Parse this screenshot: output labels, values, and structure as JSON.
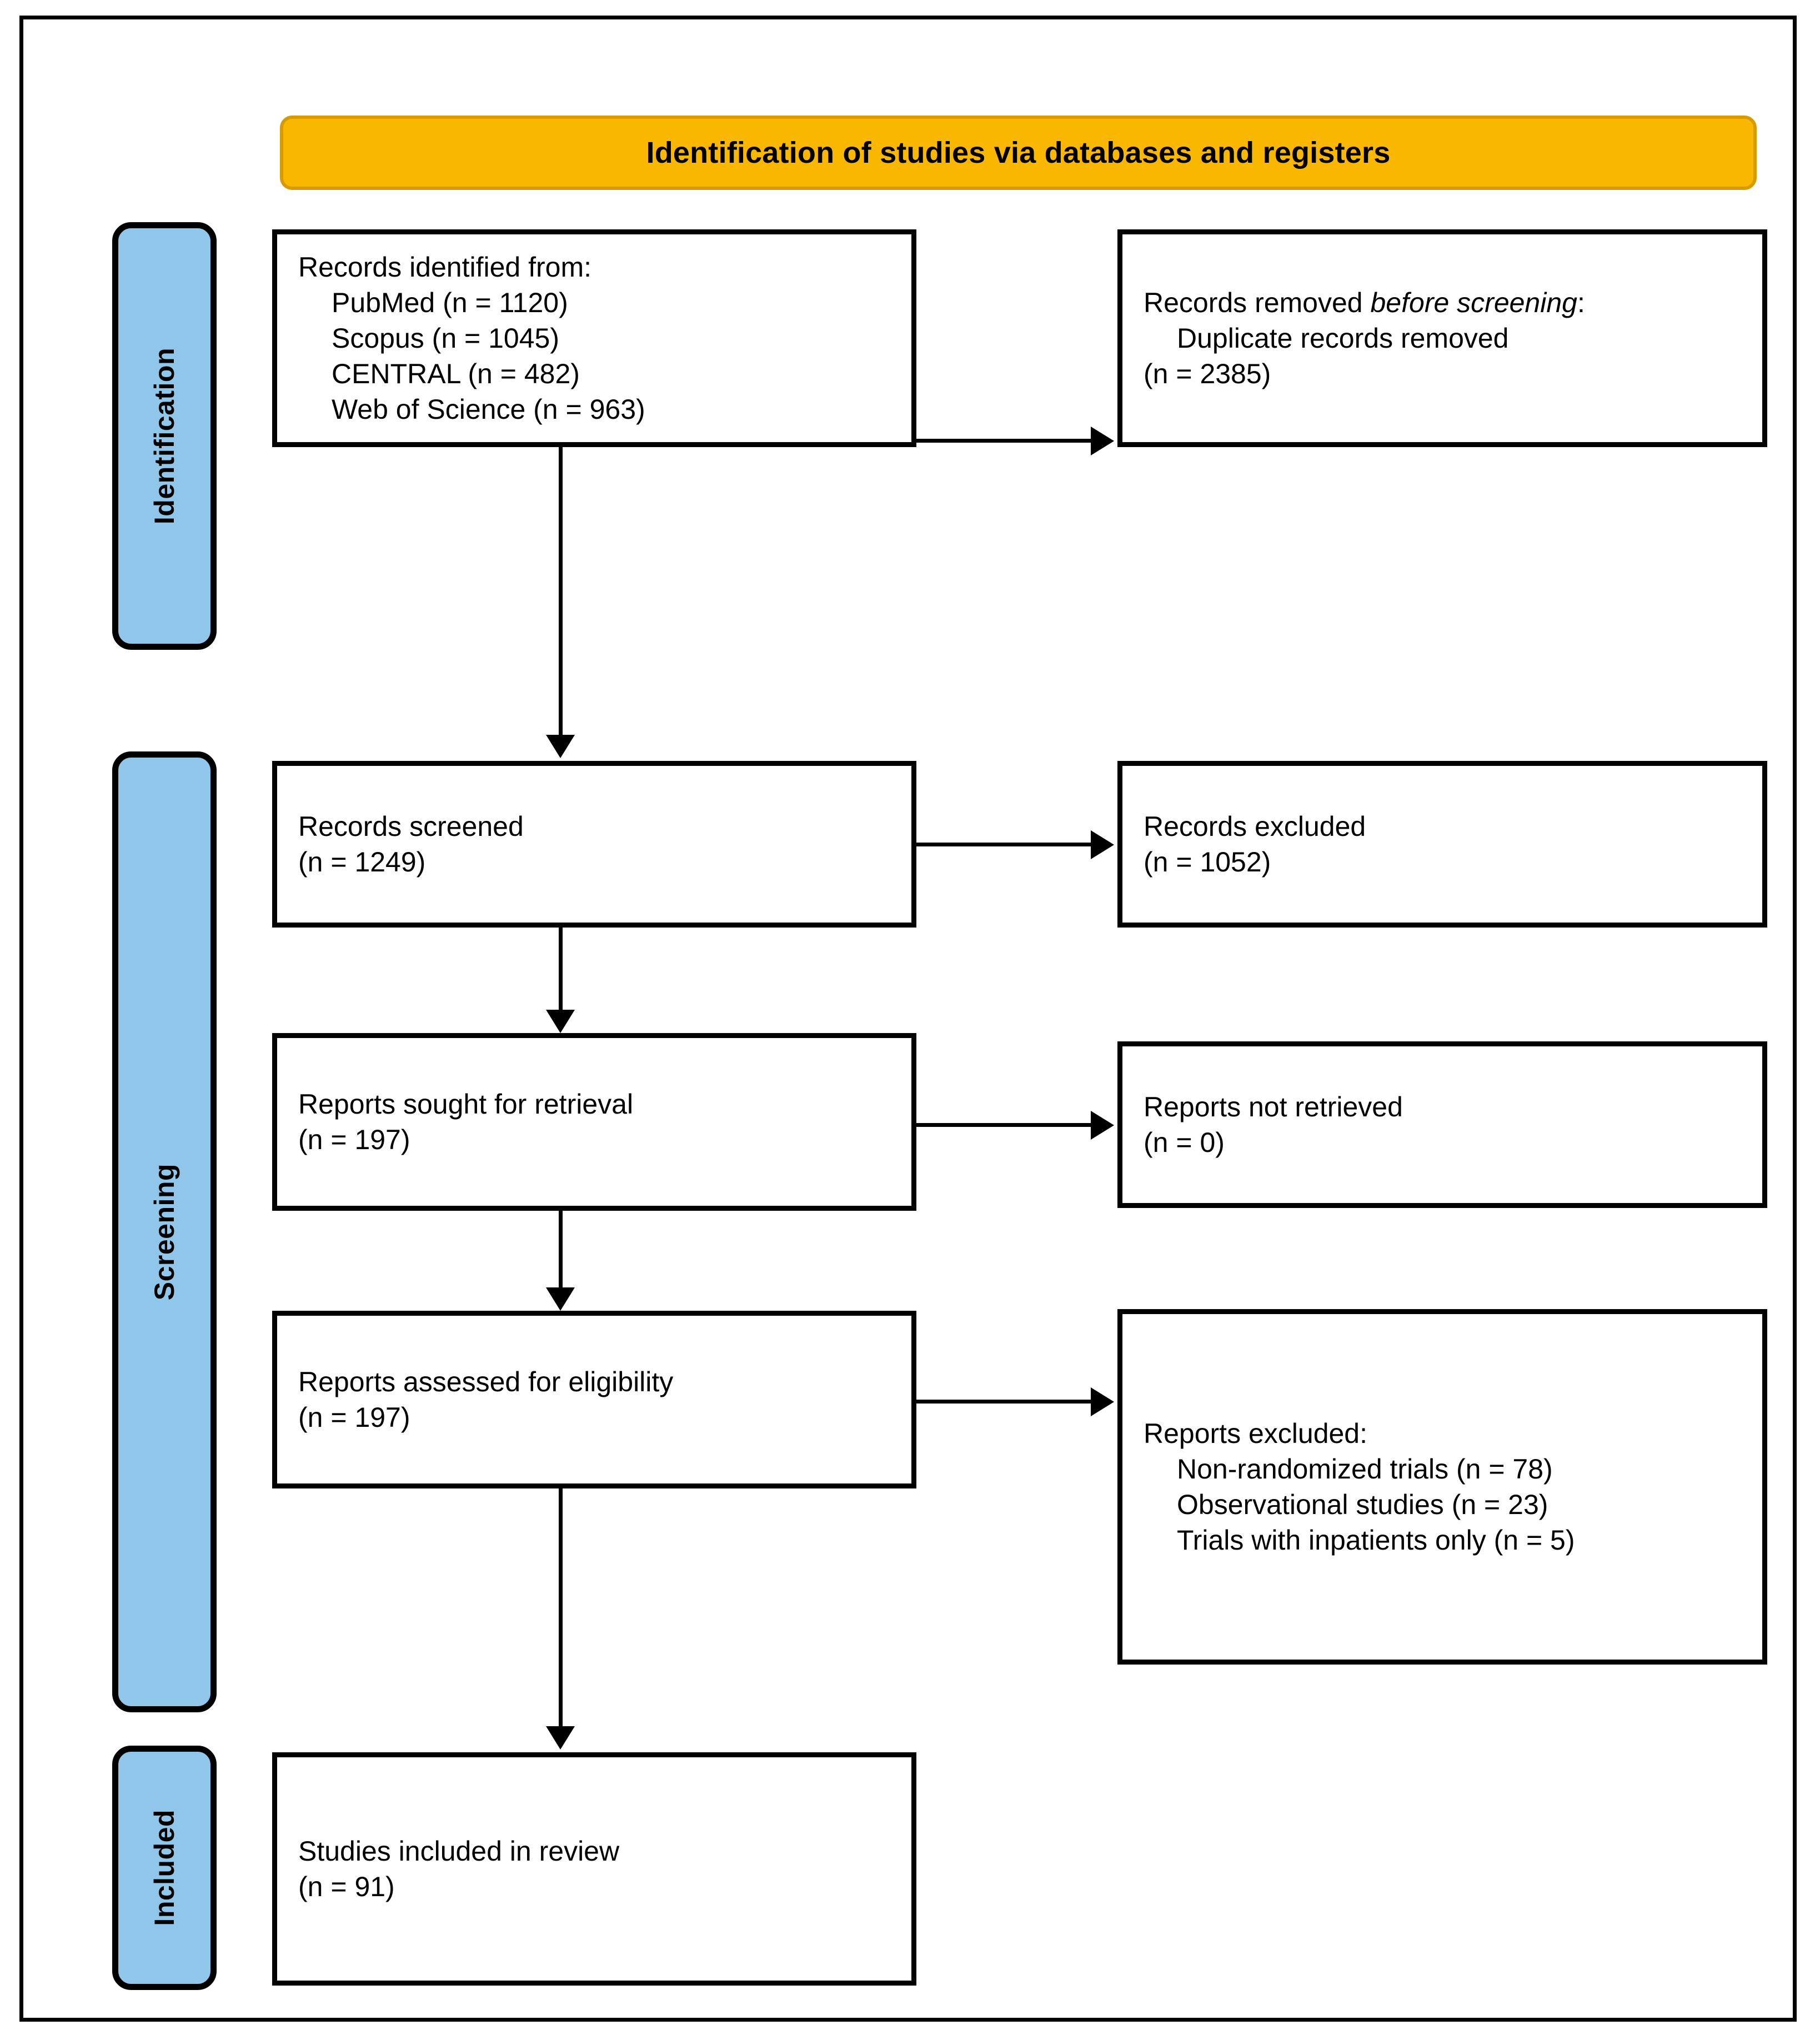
{
  "diagram": {
    "type": "PRISMA 2020 flow diagram",
    "banner_title": "Identification of studies via databases and registers",
    "colors": {
      "banner_fill": "#F9B700",
      "banner_border": "#D69B00",
      "stage_fill": "#8FC6E9",
      "stage_border": "#000000",
      "box_border": "#000000",
      "background": "#FFFFFF",
      "text": "#000000"
    }
  },
  "stages": [
    {
      "id": "identification",
      "label": "Identification"
    },
    {
      "id": "screening",
      "label": "Screening"
    },
    {
      "id": "included",
      "label": "Included"
    }
  ],
  "boxes": {
    "records_identified": {
      "heading": "Records identified from:",
      "items": [
        "PubMed (n = 1120)",
        "Scopus (n = 1045)",
        "CENTRAL (n = 482)",
        "Web of Science (n = 963)"
      ]
    },
    "records_removed": {
      "heading_part1": "Records removed ",
      "heading_italic": "before screening",
      "heading_part2": ":",
      "items": [
        "Duplicate records removed",
        "(n = 2385)"
      ]
    },
    "records_screened": {
      "line1": "Records screened",
      "line2": "(n = 1249)",
      "n": 1249
    },
    "records_excluded": {
      "line1": "Records excluded",
      "line2": "(n = 1052)",
      "n": 1052
    },
    "reports_sought": {
      "line1": "Reports sought for retrieval",
      "line2": "(n = 197)",
      "n": 197
    },
    "reports_not_retrieved": {
      "line1": "Reports not retrieved",
      "line2": "(n = 0)",
      "n": 0
    },
    "reports_assessed": {
      "line1": "Reports assessed for eligibility",
      "line2": "(n = 197)",
      "n": 197
    },
    "reports_excluded": {
      "heading": "Reports excluded:",
      "items": [
        "Non-randomized trials (n = 78)",
        "Observational studies (n = 23)",
        "Trials with inpatients only (n = 5)"
      ]
    },
    "studies_included": {
      "line1": "Studies included in review",
      "line2": "(n = 91)",
      "n": 91
    }
  }
}
